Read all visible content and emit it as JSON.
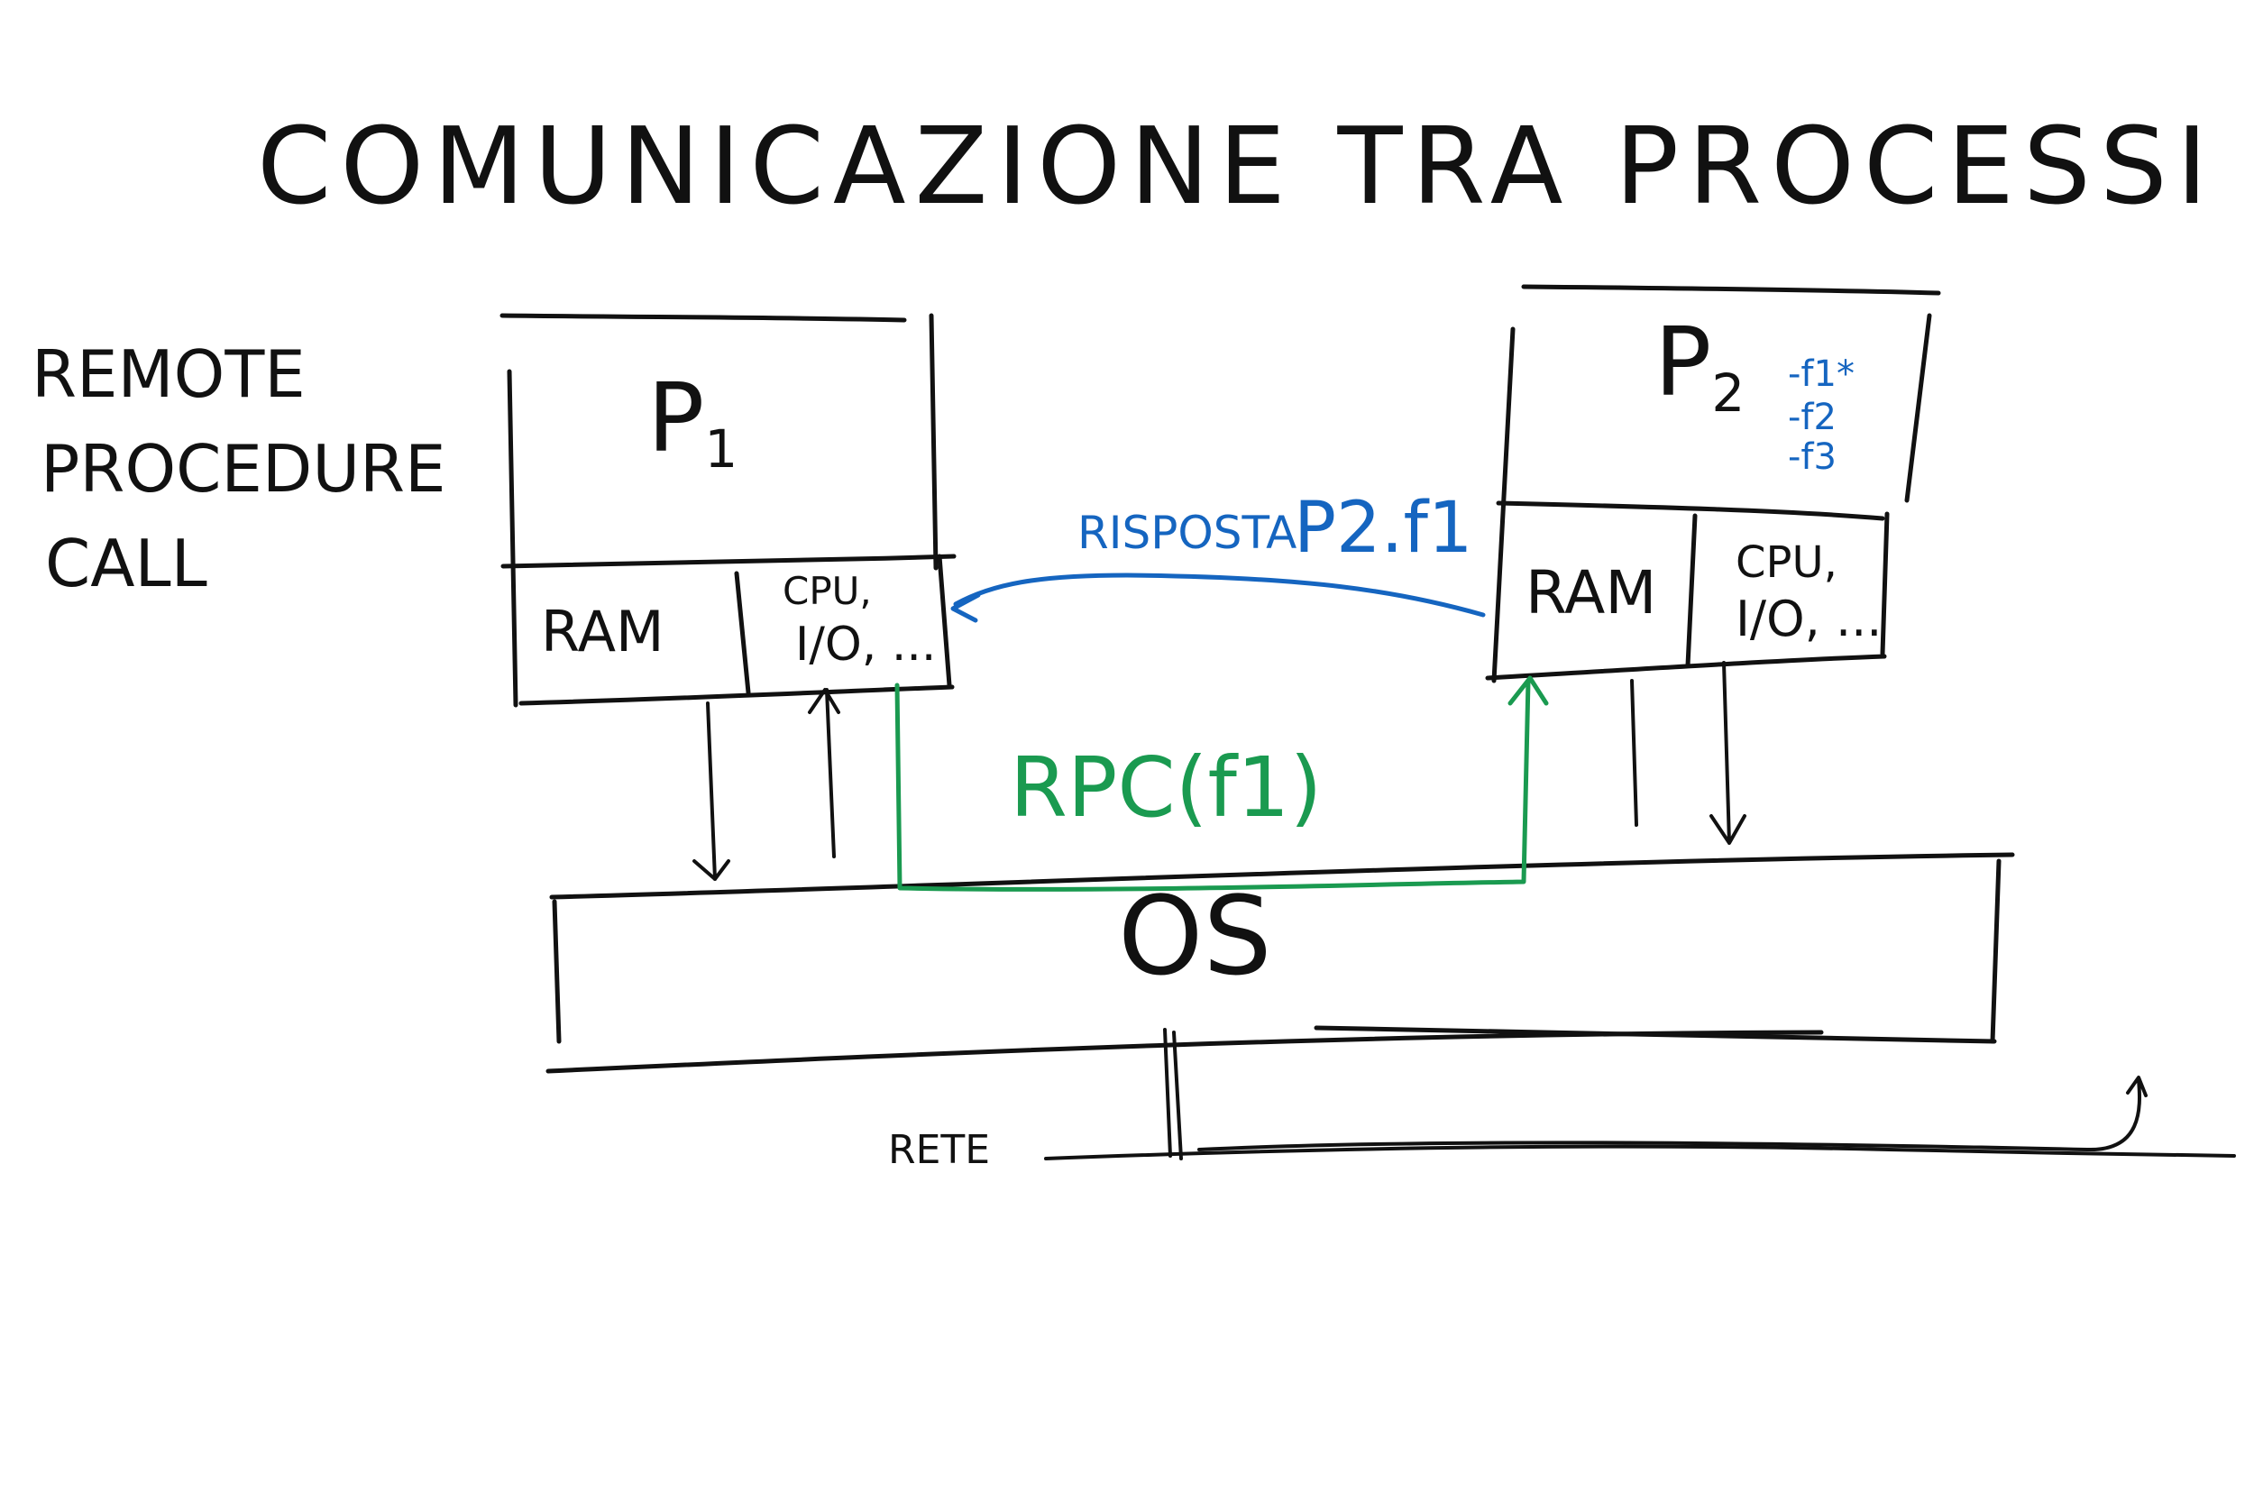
{
  "title": "COMUNICAZIONE TRA PROCESSI",
  "side_label": [
    "REMOTE",
    "PROCEDURE",
    "CALL"
  ],
  "p1": {
    "name": "P",
    "subscript": "1",
    "ram": "RAM",
    "cpu_line1": "CPU,",
    "cpu_line2": "I/O, ..."
  },
  "p2": {
    "name": "P",
    "subscript": "2",
    "ram": "RAM",
    "cpu_line1": "CPU,",
    "cpu_line2": "I/O, ...",
    "functions": [
      "-f1*",
      "-f2",
      "-f3"
    ]
  },
  "os_label": "OS",
  "network_label": "RETE",
  "rpc_label": "RPC(f1)",
  "reply_label": "RISPOSTA",
  "reply_target": "P2.f1",
  "colors": {
    "ink": "#111111",
    "rpc": "#1a9a50",
    "reply": "#1565c0"
  }
}
